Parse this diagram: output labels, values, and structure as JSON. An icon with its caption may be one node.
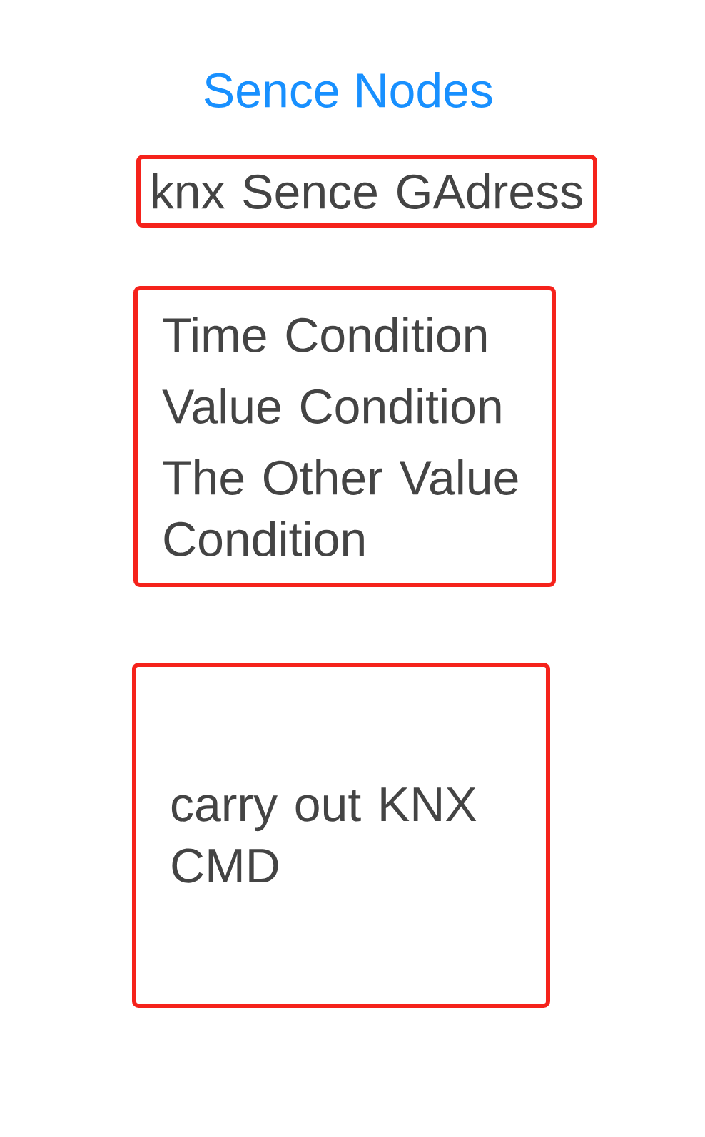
{
  "diagram": {
    "title": "Sence Nodes",
    "nodes": [
      {
        "text": [
          "knx Sence GAdress"
        ]
      },
      {
        "text": [
          "Time Condition",
          "Value Condition",
          "The Other Value Condition"
        ]
      },
      {
        "text": [
          "carry out KNX CMD"
        ]
      }
    ]
  }
}
